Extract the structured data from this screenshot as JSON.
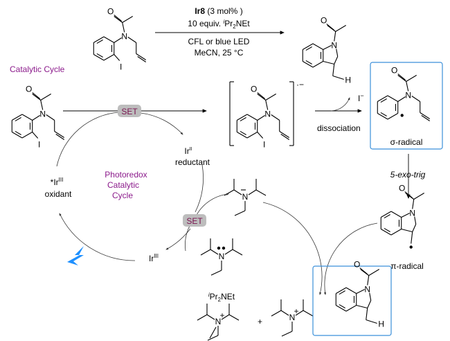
{
  "reaction_conditions": {
    "catalyst": "Ir8",
    "loading": "(3 mol% )",
    "base_line": "10 equiv. ",
    "base_prefix": "i",
    "base_name": "Pr",
    "base_sub": "2",
    "base_suffix": "NEt",
    "light": "CFL or blue LED",
    "solvent_temp": "MeCN, 25 °C"
  },
  "section_title": "Catalytic Cycle",
  "labels": {
    "set": "SET",
    "set2": "SET",
    "ir2": "Ir",
    "ir2_sup": "II",
    "reductant": "reductant",
    "ir3_star": "*Ir",
    "ir3_sup": "III",
    "oxidant": "oxidant",
    "ir3": "Ir",
    "ir3b_sup": "III",
    "cycle_line1": "Photoredox",
    "cycle_line2": "Catalytic",
    "cycle_line3": "Cycle",
    "iodide": "I",
    "iodide_charge": "−",
    "dissociation": "dissociation",
    "sigma_radical": "σ-radical",
    "exo_trig": "5-exo-trig",
    "pi_radical": "π-radical",
    "amine_prefix": "i",
    "amine_name": "Pr",
    "amine_sub": "2",
    "amine_suffix": "NEt",
    "plus": "+",
    "radical_anion_charge": "·−",
    "atom_N": "N",
    "atom_O": "O",
    "atom_I": "I",
    "atom_H": "H",
    "cation_plus": "+"
  },
  "colors": {
    "accent_purple": "#8b1a8b",
    "box_blue": "#3a8fd9",
    "light_blue": "#1e90ff",
    "badge_gray": "#bdbdbd"
  }
}
